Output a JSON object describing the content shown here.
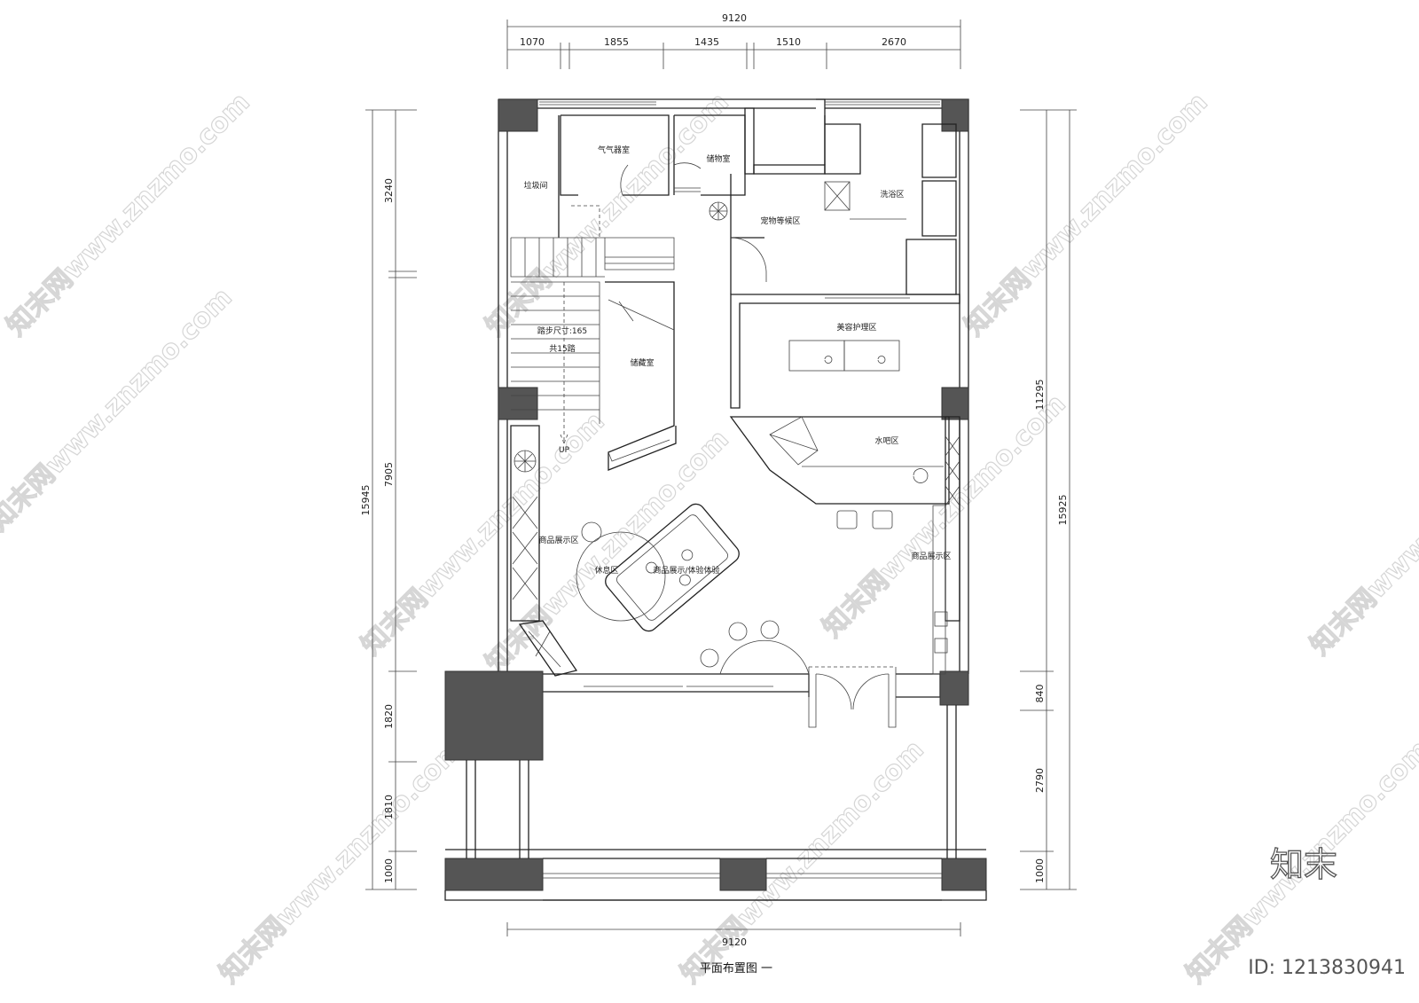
{
  "drawing_title": "平面布置图 一",
  "dimensions": {
    "top_total": "9120",
    "top_segments": [
      "1070",
      "1855",
      "1435",
      "1510",
      "2670"
    ],
    "bottom_total": "9120",
    "left_segments": [
      "3240",
      "7905",
      "1820",
      "1810",
      "1000"
    ],
    "left_total": "15945",
    "right_segments": [
      "11295",
      "840",
      "2790",
      "1000"
    ],
    "right_total": "15925"
  },
  "rooms": {
    "gas_room": "气气器室",
    "storage_room_top": "储物室",
    "garbage_room": "垃圾间",
    "wash_area": "洗浴区",
    "pet_waiting": "宠物等候区",
    "stair_note_1": "踏步尺寸:165",
    "stair_note_2": "共15踏",
    "storage_room": "储藏室",
    "beauty_area": "美容护理区",
    "water_bar": "水吧区",
    "product_display_left": "商品展示区",
    "product_display_right": "商品展示区",
    "rest_area": "休息区",
    "product_experience": "商品展示/体验体验",
    "stair_up": "UP"
  },
  "watermark": {
    "text": "知末网www.znzmo.com",
    "brand": "知末",
    "id": "ID: 1213830941"
  },
  "colors": {
    "column_fill": "#555555",
    "line": "#222222",
    "watermark": "#d6d6d6"
  }
}
